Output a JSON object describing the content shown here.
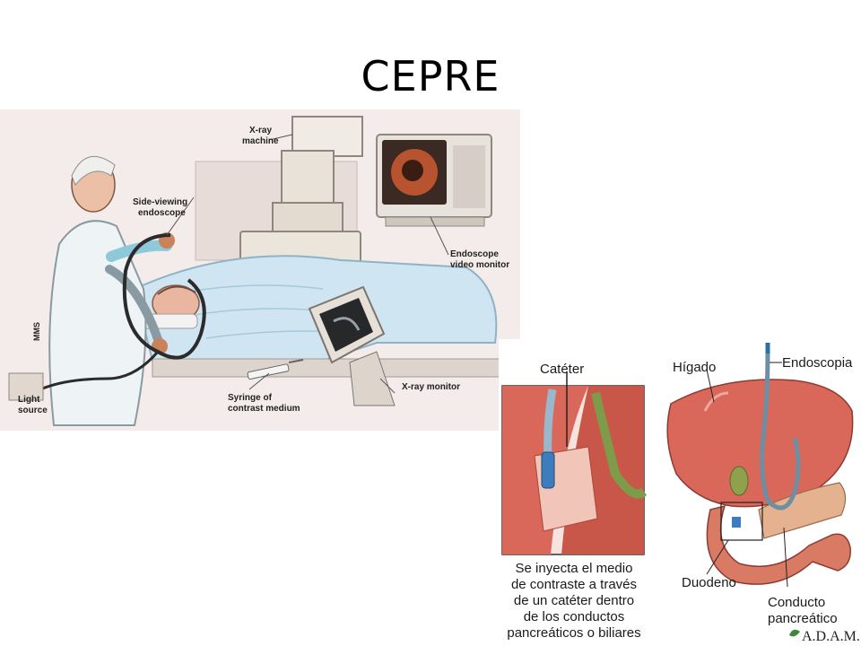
{
  "slide": {
    "title": "CEPRE"
  },
  "top_illustration": {
    "labels": {
      "xray_machine_1": "X-ray",
      "xray_machine_2": "machine",
      "endoscope_1": "Side-viewing",
      "endoscope_2": "endoscope",
      "video_1": "Endoscope",
      "video_2": "video monitor",
      "light_1": "Light",
      "light_2": "source",
      "syringe_1": "Syringe of",
      "syringe_2": "contrast medium",
      "xray_monitor": "X-ray monitor"
    }
  },
  "bottom_illustration": {
    "labels": {
      "cateter": "Catéter",
      "higado": "Hígado",
      "endoscopia": "Endoscopia",
      "duodeno": "Duodeno",
      "conducto_1": "Conducto",
      "conducto_2": "pancreático"
    },
    "caption": [
      "Se inyecta el medio",
      "de contraste a través",
      "de un catéter dentro",
      "de los conductos",
      "pancreáticos o biliares"
    ],
    "logo": "A.D.A.M."
  },
  "colors": {
    "tissue": "#d9685a",
    "tissue_dark": "#b2453c",
    "drape": "#cfe6f2",
    "coat": "#eef3f5",
    "background_wash": "#f3ecea"
  }
}
